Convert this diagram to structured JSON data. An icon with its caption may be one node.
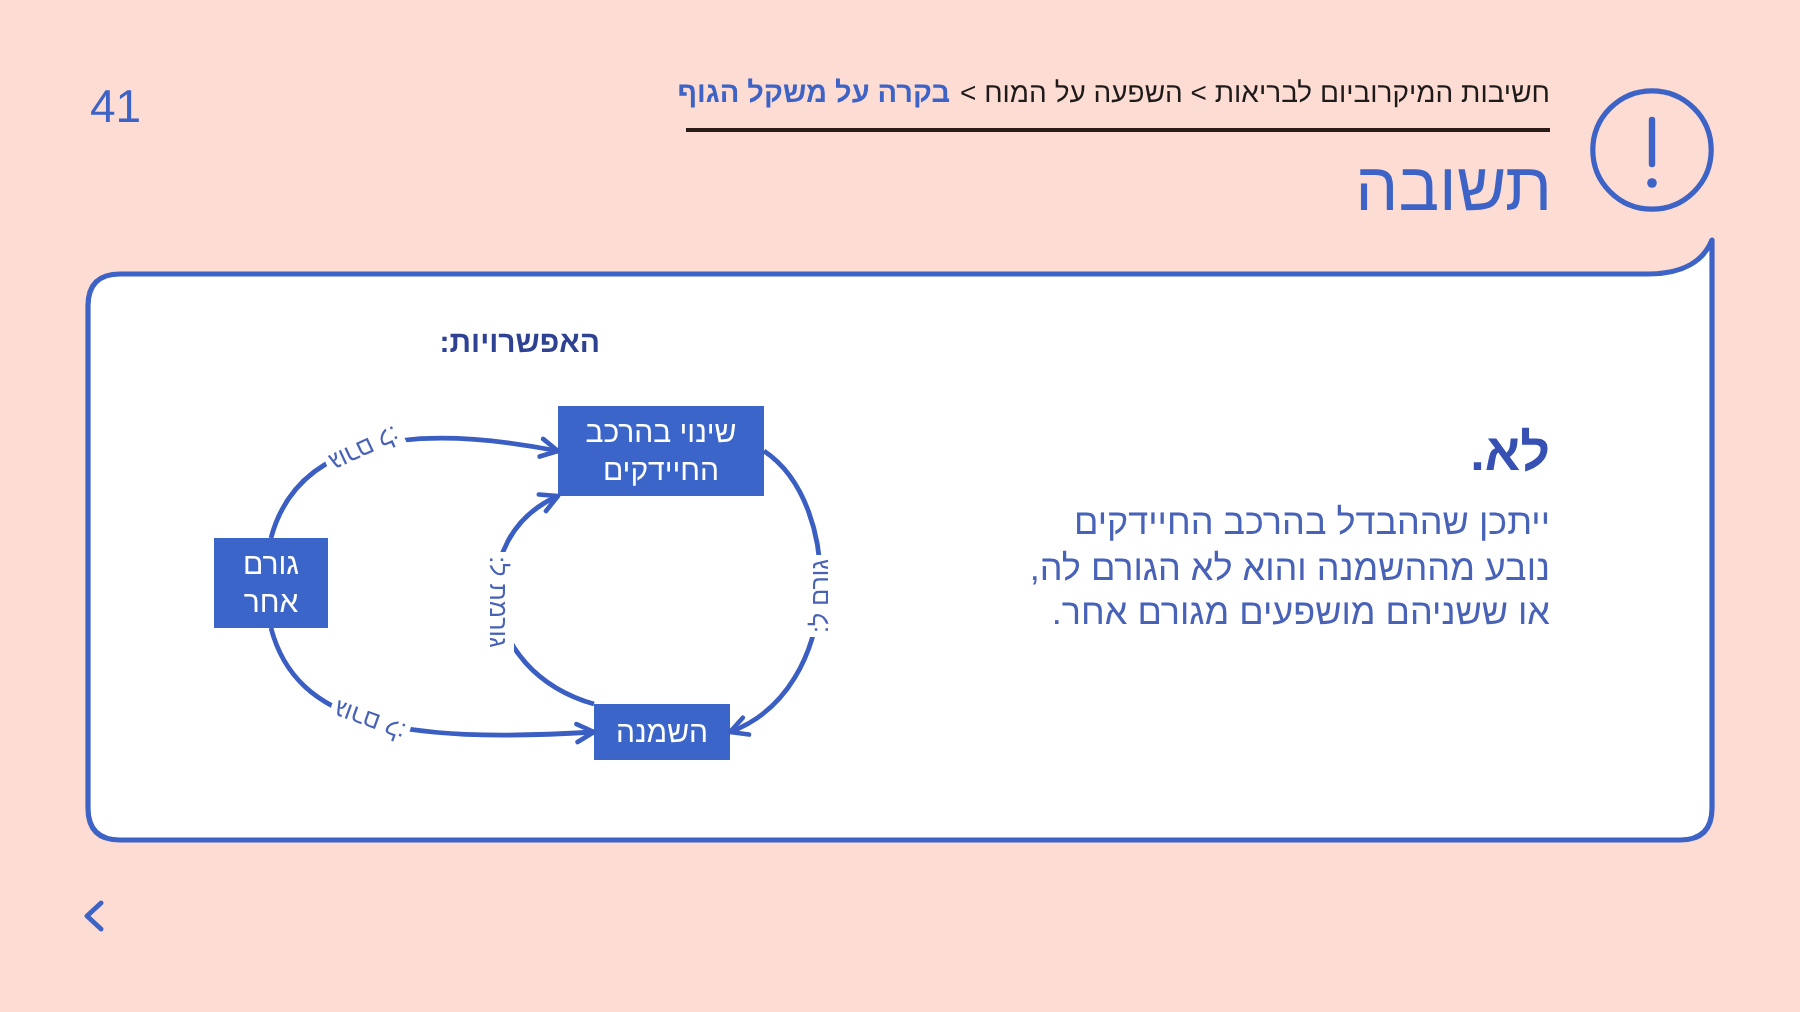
{
  "diagram": {
    "title": "תשובה",
    "nodes": [
      {
        "text": [
          "לא.",
          "ייתכן שההבדל בהרכב החיידקים נובע מההשמנה והוא לא הגורם לה, או ששניהם מושפעים מגורם אחר."
        ]
      },
      {
        "text": [
          "שינוי בהרכב החיידקים"
        ],
        "in": 0
      },
      {
        "text": [
          "גורם אחר"
        ],
        "in": 0
      },
      {
        "text": [
          "השמנה"
        ],
        "in": 0
      }
    ],
    "edges": [
      {
        "from": 2,
        "to": 1,
        "arrow": "to",
        "label": "גורם ל:"
      },
      {
        "from": 2,
        "to": 3,
        "arrow": "to",
        "label": "גורם ל:"
      },
      {
        "from": 1,
        "to": 3,
        "arrow": "to",
        "label": "גורם ל:"
      },
      {
        "from": 3,
        "to": 1,
        "arrow": "to",
        "label": "גורמת ל:"
      }
    ],
    "labels": [
      "חשיבות המיקרוביום לבריאות > השפעה על המוח >",
      "בקרה על משקל הגוף",
      "41",
      "האפשרויות:"
    ]
  }
}
